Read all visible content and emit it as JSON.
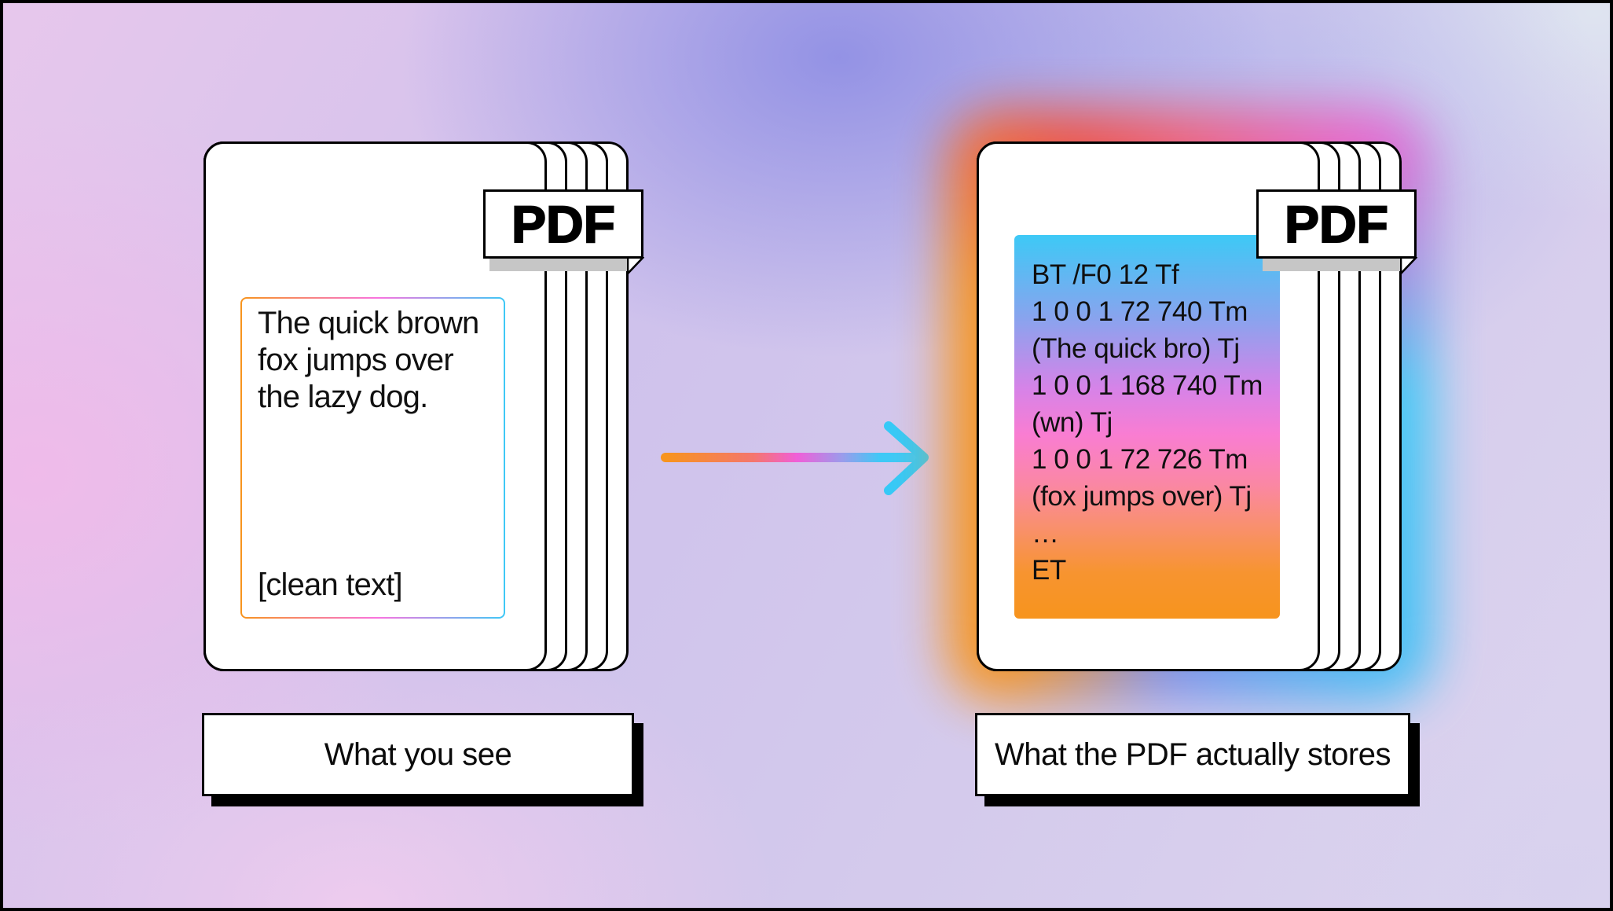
{
  "left_panel": {
    "badge": "PDF",
    "page_text_lines": [
      "The quick brown",
      "fox jumps over",
      "the lazy dog."
    ],
    "footnote": "[clean text]",
    "caption": "What you see"
  },
  "right_panel": {
    "badge": "PDF",
    "code_lines": [
      "BT /F0 12 Tf",
      "1 0 0 1 72 740 Tm",
      "(The quick bro) Tj",
      "1 0 0 1 168 740 Tm",
      "(wn) Tj",
      "1 0 0 1 72 726 Tm",
      "(fox jumps over) Tj",
      "…",
      "ET"
    ],
    "caption": "What the PDF actually stores"
  },
  "colors": {
    "accent_orange": "#f7941d",
    "accent_pink": "#f566da",
    "accent_cyan": "#3ec9f6",
    "glow_red": "#f25040",
    "page_white": "#ffffff",
    "ink_black": "#000000",
    "badge_shadow_gray": "#c6c6c6"
  }
}
